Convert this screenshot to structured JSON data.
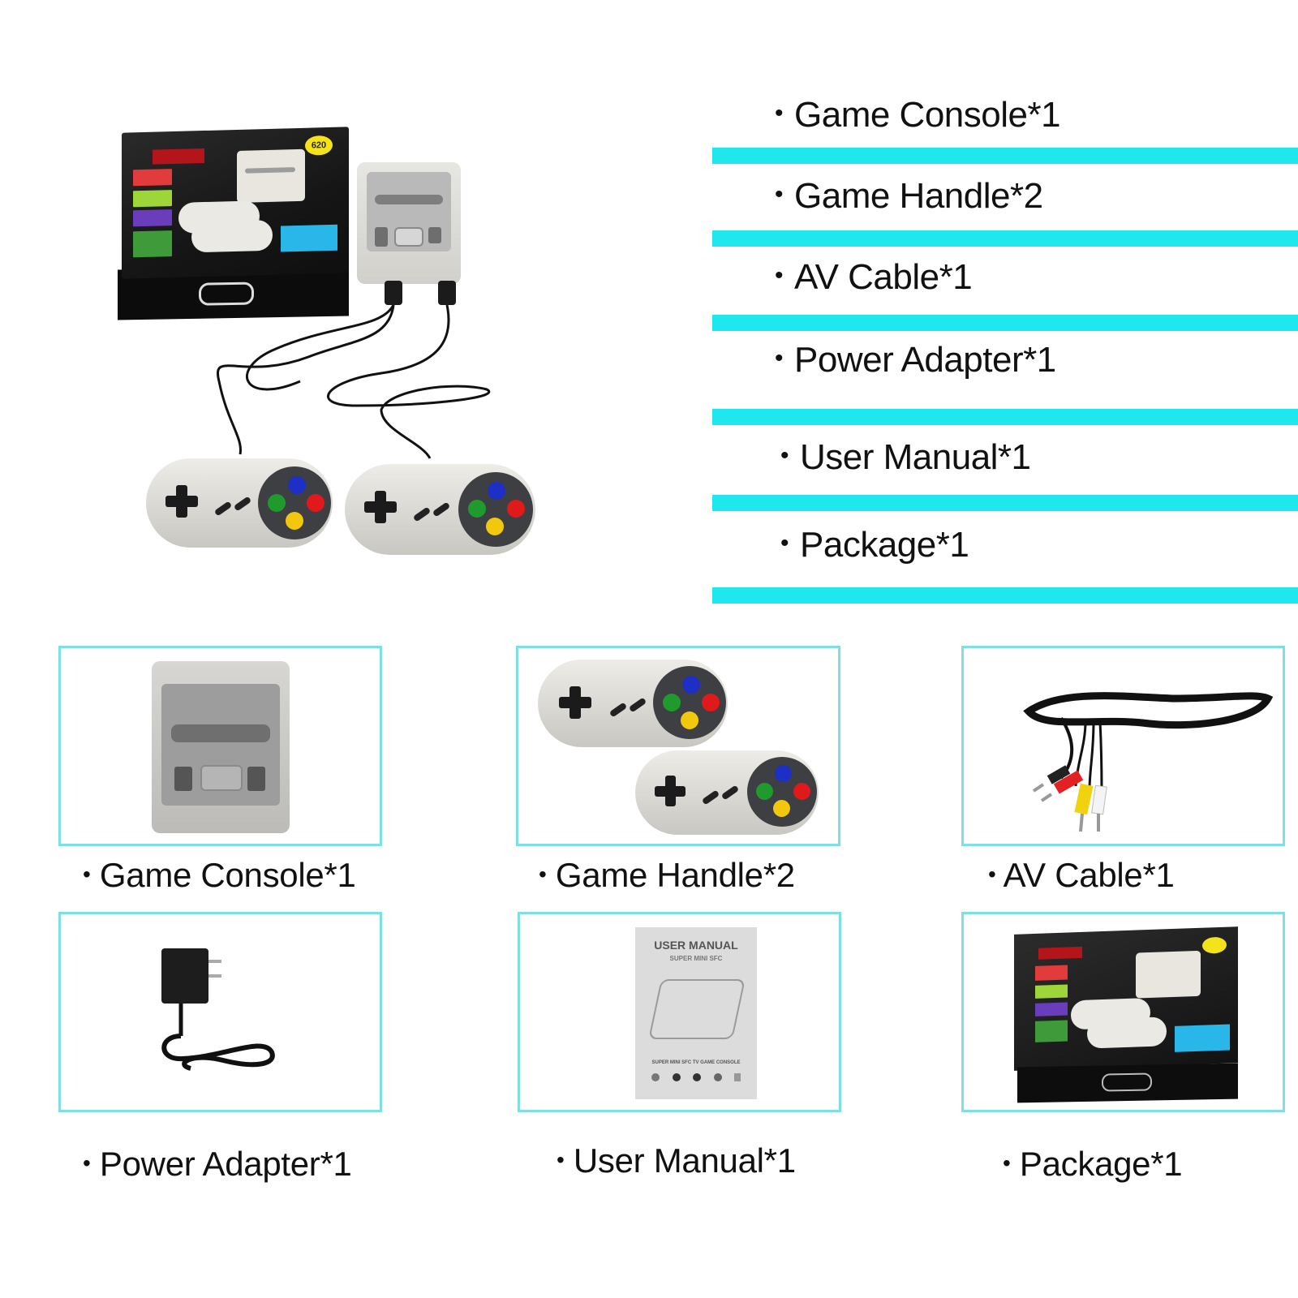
{
  "checklist": {
    "bullet": "•",
    "items": [
      {
        "label": "Game Console*1"
      },
      {
        "label": "Game Handle*2"
      },
      {
        "label": "AV Cable*1"
      },
      {
        "label": "Power Adapter*1"
      },
      {
        "label": "User Manual*1"
      },
      {
        "label": "Package*1"
      }
    ],
    "bar_color": "#1ee7ee"
  },
  "hero": {
    "box_badge": "620",
    "alt": "Retro mini console package with console and two wired controllers"
  },
  "grid": {
    "frame_color": "#7fe0e3",
    "bullet": "•",
    "cells": [
      {
        "caption": "Game Console*1",
        "image": "console-icon"
      },
      {
        "caption": "Game Handle*2",
        "image": "controllers-icon"
      },
      {
        "caption": "AV Cable*1",
        "image": "av-cable-icon"
      },
      {
        "caption": "Power Adapter*1",
        "image": "power-adapter-icon"
      },
      {
        "caption": "User Manual*1",
        "image": "user-manual-icon"
      },
      {
        "caption": "Package*1",
        "image": "package-box-icon"
      }
    ],
    "manual": {
      "title": "USER MANUAL",
      "subtitle": "SUPER MINI SFC",
      "footer": "SUPER MINI SFC TV GAME CONSOLE"
    }
  },
  "controller_colors": {
    "blue": "#1d2fc4",
    "red": "#e01a1a",
    "green": "#1f9a2c",
    "yellow": "#f2c80e"
  }
}
